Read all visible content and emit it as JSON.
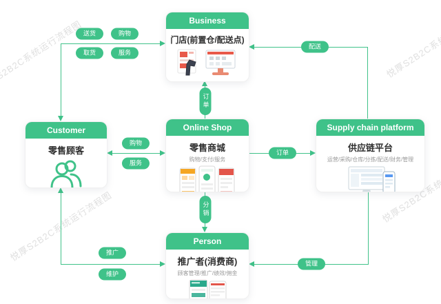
{
  "diagram": {
    "watermark": "悦厚S2B2C系统运行流程图"
  },
  "colors": {
    "accent_green": "#3FC289",
    "title_text": "#2f2f2f",
    "subtitle_text": "#9b9b9b",
    "watermark_gray": "#dadada"
  },
  "nodes": {
    "business": {
      "header": "Business",
      "title": "门店(前置仓/配送点)"
    },
    "customer": {
      "header": "Customer",
      "title": "零售顾客"
    },
    "online_shop": {
      "header": "Online Shop",
      "title": "零售商城",
      "subtitle": "购物/支付/服务"
    },
    "supply_chain_platform": {
      "header": "Supply chain platform",
      "title": "供应链平台",
      "subtitle": "运营/采购/仓库/分拣/配送/财务/管理"
    },
    "person": {
      "header": "Person",
      "title": "推广者(消费商)",
      "subtitle": "顾客管理/推广/绩效/佣金"
    }
  },
  "edges": {
    "customer_business": {
      "labels": [
        "送货",
        "购物",
        "取货",
        "服务"
      ]
    },
    "supply_to_business": {
      "label": "配送"
    },
    "customer_online_shop": {
      "labels": [
        "购物",
        "服务"
      ]
    },
    "online_shop_to_supply": {
      "label": "订单"
    },
    "online_shop_to_business": {
      "label": "订单"
    },
    "online_shop_to_person": {
      "label": "分销"
    },
    "person_customer": {
      "labels": [
        "推广",
        "维护"
      ]
    },
    "supply_to_person": {
      "label": "管理"
    }
  },
  "icons": {
    "business": "pos-terminal-scanner-icon",
    "customer": "customers-people-icon",
    "online_shop": "phone-screens-icon",
    "supply_chain_platform": "desktop-phone-icon",
    "person": "promoter-phones-icon"
  }
}
